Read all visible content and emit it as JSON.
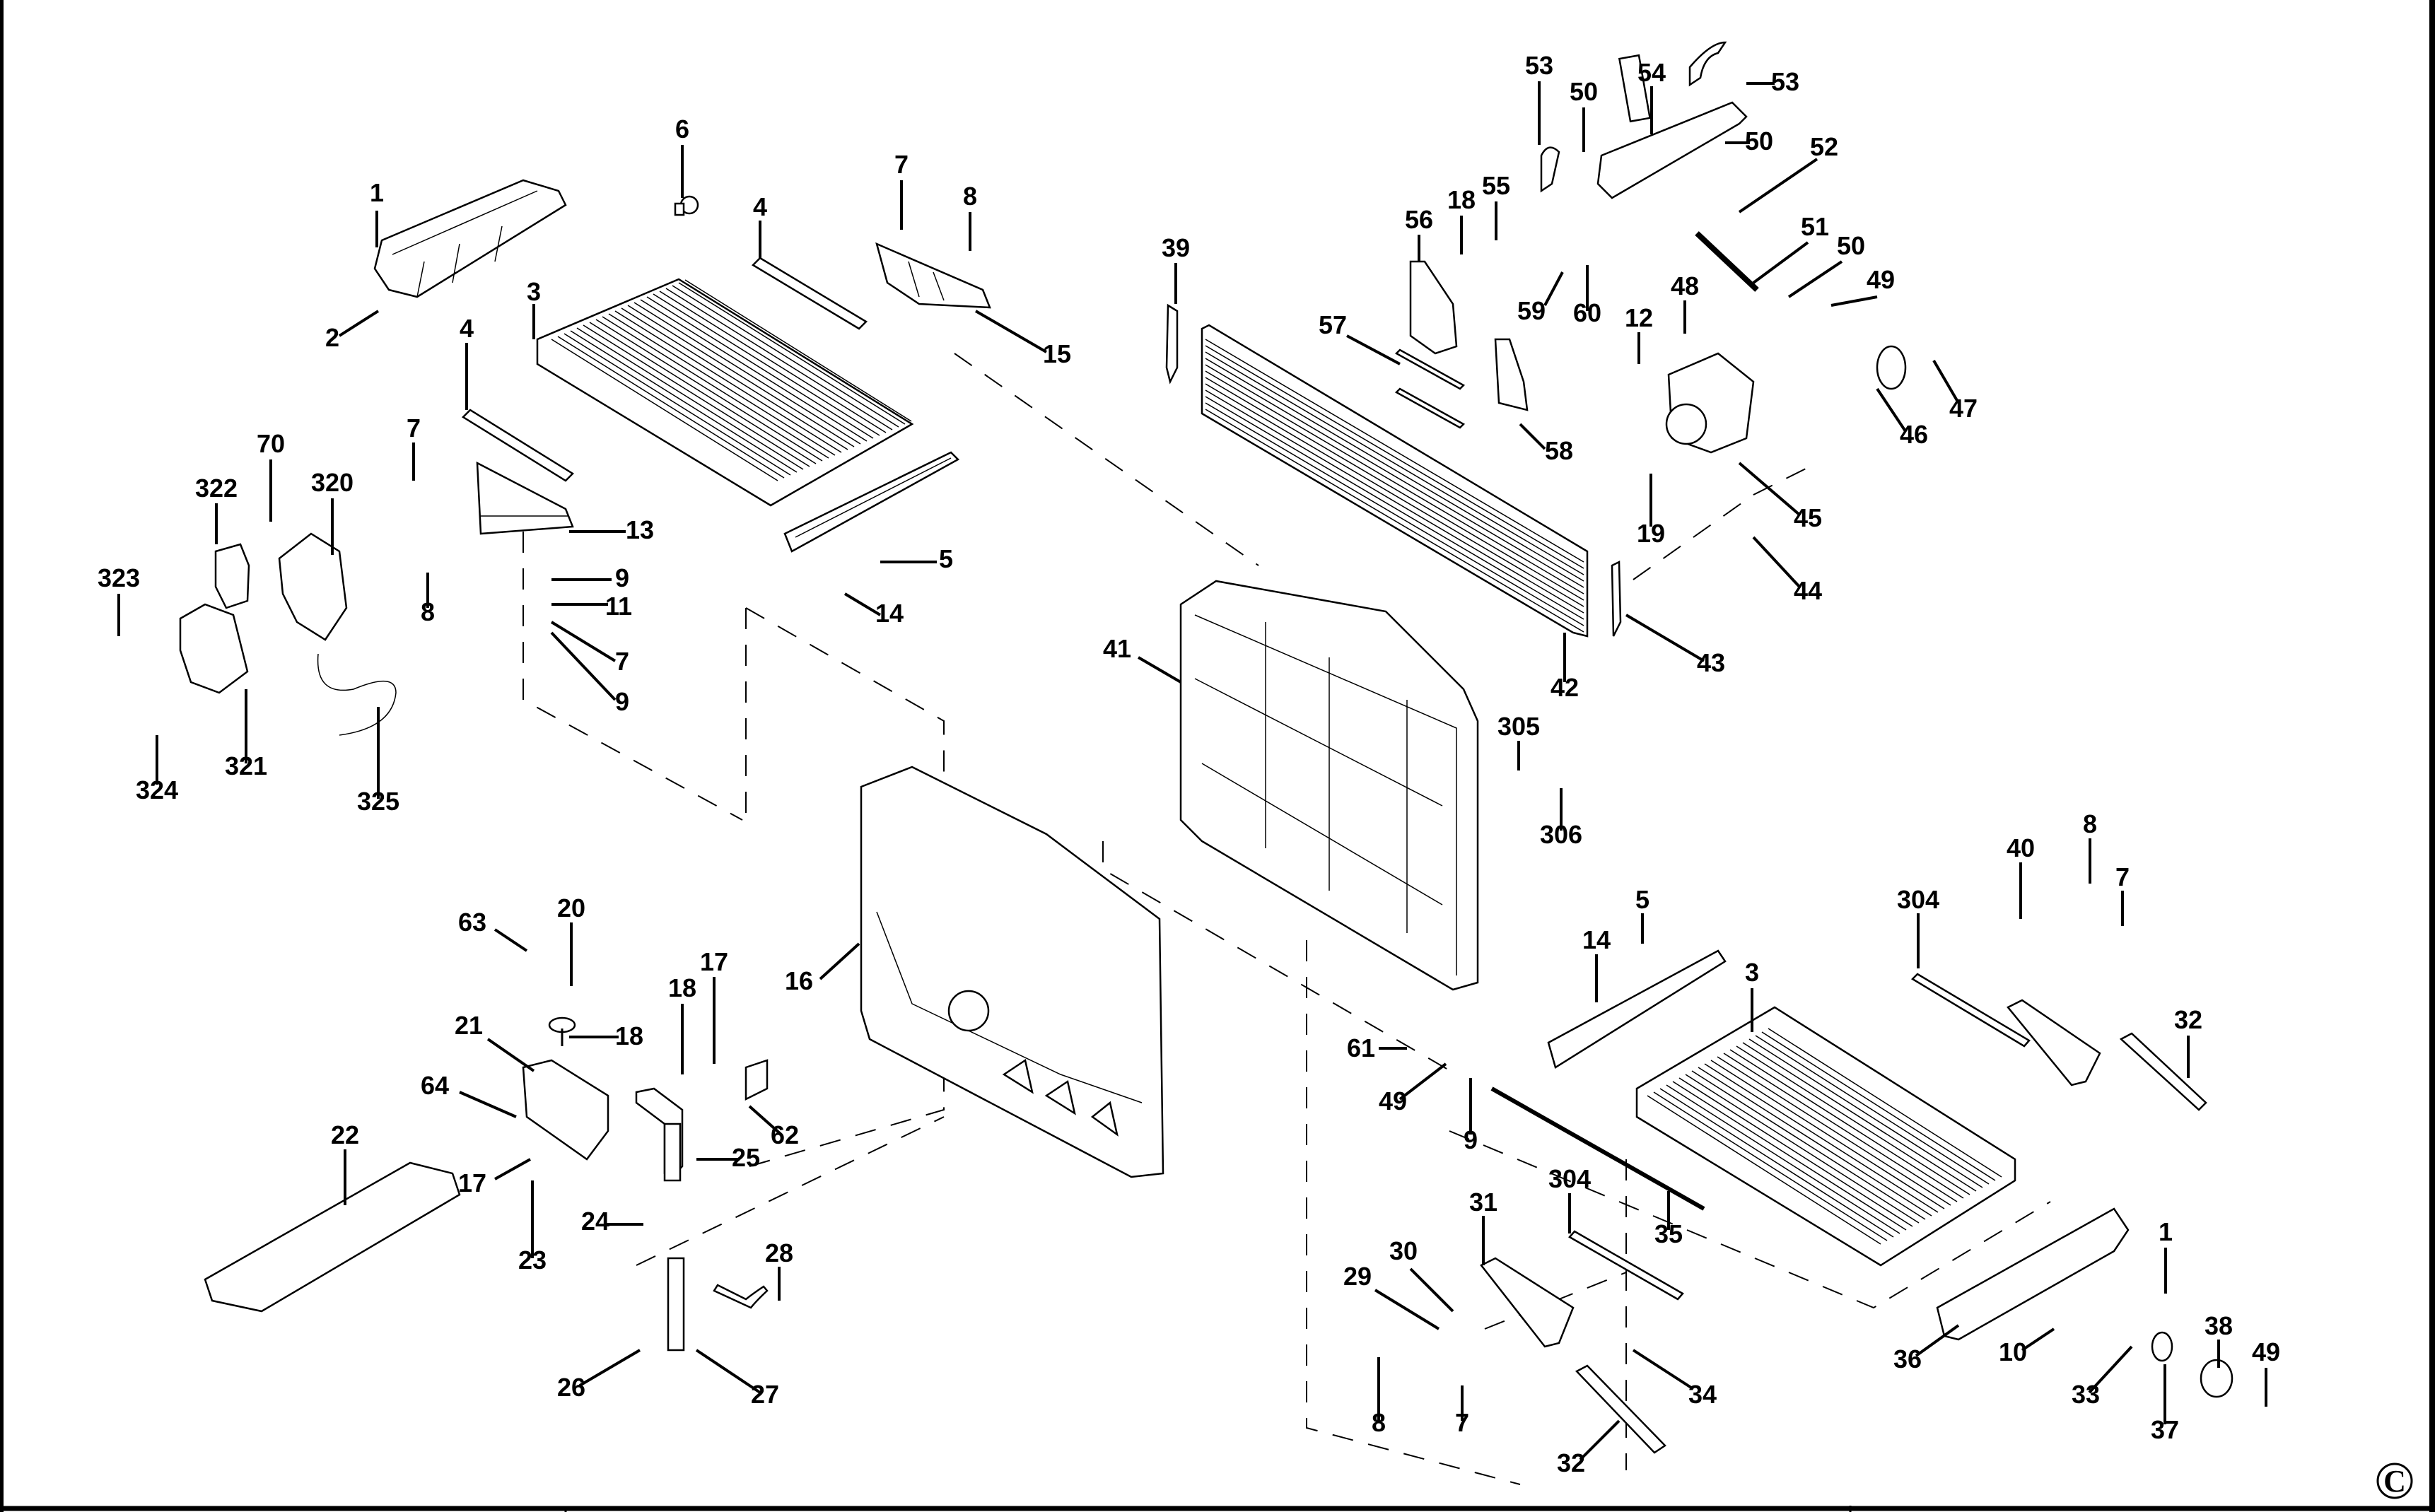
{
  "diagram": {
    "type": "exploded-parts-diagram",
    "subject": "Table saw stand / table assembly",
    "copyright_symbol": "C",
    "callouts": [
      {
        "id": "c1a",
        "label": "1"
      },
      {
        "id": "c2",
        "label": "2"
      },
      {
        "id": "c3a",
        "label": "3"
      },
      {
        "id": "c4a",
        "label": "4"
      },
      {
        "id": "c4b",
        "label": "4"
      },
      {
        "id": "c6",
        "label": "6"
      },
      {
        "id": "c7a",
        "label": "7"
      },
      {
        "id": "c8a",
        "label": "8"
      },
      {
        "id": "c15",
        "label": "15"
      },
      {
        "id": "c7b",
        "label": "7"
      },
      {
        "id": "c8b",
        "label": "8"
      },
      {
        "id": "c13",
        "label": "13"
      },
      {
        "id": "c9a",
        "label": "9"
      },
      {
        "id": "c11",
        "label": "11"
      },
      {
        "id": "c7c",
        "label": "7"
      },
      {
        "id": "c9b",
        "label": "9"
      },
      {
        "id": "c5a",
        "label": "5"
      },
      {
        "id": "c14a",
        "label": "14"
      },
      {
        "id": "c70",
        "label": "70"
      },
      {
        "id": "c322",
        "label": "322"
      },
      {
        "id": "c320",
        "label": "320"
      },
      {
        "id": "c323",
        "label": "323"
      },
      {
        "id": "c321",
        "label": "321"
      },
      {
        "id": "c324",
        "label": "324"
      },
      {
        "id": "c325",
        "label": "325"
      },
      {
        "id": "c39",
        "label": "39"
      },
      {
        "id": "c53a",
        "label": "53"
      },
      {
        "id": "c50a",
        "label": "50"
      },
      {
        "id": "c54",
        "label": "54"
      },
      {
        "id": "c53b",
        "label": "53"
      },
      {
        "id": "c50b",
        "label": "50"
      },
      {
        "id": "c52",
        "label": "52"
      },
      {
        "id": "c18a",
        "label": "18"
      },
      {
        "id": "c55",
        "label": "55"
      },
      {
        "id": "c56",
        "label": "56"
      },
      {
        "id": "c51",
        "label": "51"
      },
      {
        "id": "c50c",
        "label": "50"
      },
      {
        "id": "c49a",
        "label": "49"
      },
      {
        "id": "c59",
        "label": "59"
      },
      {
        "id": "c60",
        "label": "60"
      },
      {
        "id": "c12",
        "label": "12"
      },
      {
        "id": "c48",
        "label": "48"
      },
      {
        "id": "c57",
        "label": "57"
      },
      {
        "id": "c58",
        "label": "58"
      },
      {
        "id": "c19",
        "label": "19"
      },
      {
        "id": "c45",
        "label": "45"
      },
      {
        "id": "c46",
        "label": "46"
      },
      {
        "id": "c47",
        "label": "47"
      },
      {
        "id": "c44",
        "label": "44"
      },
      {
        "id": "c43",
        "label": "43"
      },
      {
        "id": "c42",
        "label": "42"
      },
      {
        "id": "c41",
        "label": "41"
      },
      {
        "id": "c305",
        "label": "305"
      },
      {
        "id": "c306",
        "label": "306"
      },
      {
        "id": "c16",
        "label": "16"
      },
      {
        "id": "c63",
        "label": "63"
      },
      {
        "id": "c20",
        "label": "20"
      },
      {
        "id": "c18b",
        "label": "18"
      },
      {
        "id": "c17a",
        "label": "17"
      },
      {
        "id": "c18c",
        "label": "18"
      },
      {
        "id": "c21",
        "label": "21"
      },
      {
        "id": "c64",
        "label": "64"
      },
      {
        "id": "c17b",
        "label": "17"
      },
      {
        "id": "c22",
        "label": "22"
      },
      {
        "id": "c62",
        "label": "62"
      },
      {
        "id": "c25",
        "label": "25"
      },
      {
        "id": "c23",
        "label": "23"
      },
      {
        "id": "c24",
        "label": "24"
      },
      {
        "id": "c28",
        "label": "28"
      },
      {
        "id": "c26",
        "label": "26"
      },
      {
        "id": "c27",
        "label": "27"
      },
      {
        "id": "c5b",
        "label": "5"
      },
      {
        "id": "c14b",
        "label": "14"
      },
      {
        "id": "c3b",
        "label": "3"
      },
      {
        "id": "c304a",
        "label": "304"
      },
      {
        "id": "c40",
        "label": "40"
      },
      {
        "id": "c8c",
        "label": "8"
      },
      {
        "id": "c7d",
        "label": "7"
      },
      {
        "id": "c32a",
        "label": "32"
      },
      {
        "id": "c61",
        "label": "61"
      },
      {
        "id": "c49b",
        "label": "49"
      },
      {
        "id": "c9c",
        "label": "9"
      },
      {
        "id": "c304b",
        "label": "304"
      },
      {
        "id": "c35",
        "label": "35"
      },
      {
        "id": "c31",
        "label": "31"
      },
      {
        "id": "c30",
        "label": "30"
      },
      {
        "id": "c29",
        "label": "29"
      },
      {
        "id": "c8d",
        "label": "8"
      },
      {
        "id": "c7e",
        "label": "7"
      },
      {
        "id": "c34",
        "label": "34"
      },
      {
        "id": "c32b",
        "label": "32"
      },
      {
        "id": "c1b",
        "label": "1"
      },
      {
        "id": "c36",
        "label": "36"
      },
      {
        "id": "c10",
        "label": "10"
      },
      {
        "id": "c33",
        "label": "33"
      },
      {
        "id": "c37",
        "label": "37"
      },
      {
        "id": "c38",
        "label": "38"
      },
      {
        "id": "c49c",
        "label": "49"
      }
    ]
  }
}
